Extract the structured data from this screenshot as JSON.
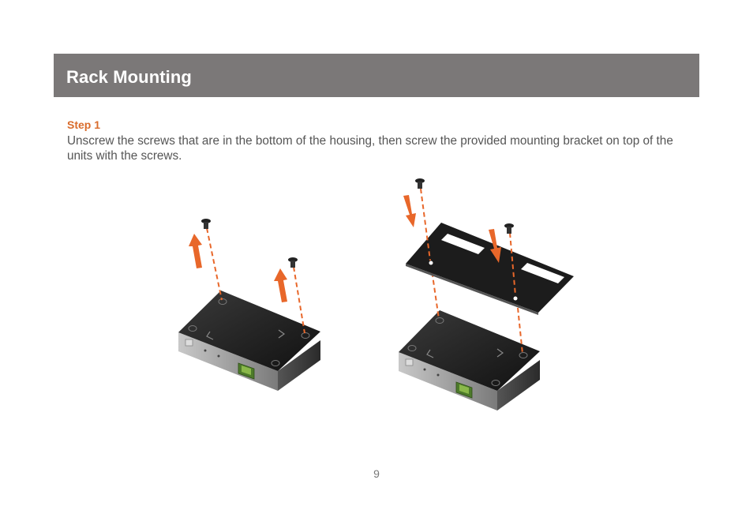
{
  "header": {
    "title": "Rack Mounting",
    "color": "#7b7878"
  },
  "step": {
    "label": "Step 1",
    "text": "Unscrew the screws that are in the bottom of the housing, then screw the provided mounting bracket on top of the units with the screws.",
    "accent_color": "#d96c2c"
  },
  "illustration": {
    "icons": [
      "device-unit-icon",
      "screw-icon",
      "mounting-bracket-icon",
      "arrow-up-icon",
      "arrow-down-icon"
    ]
  },
  "footer": {
    "page_number": "9"
  }
}
